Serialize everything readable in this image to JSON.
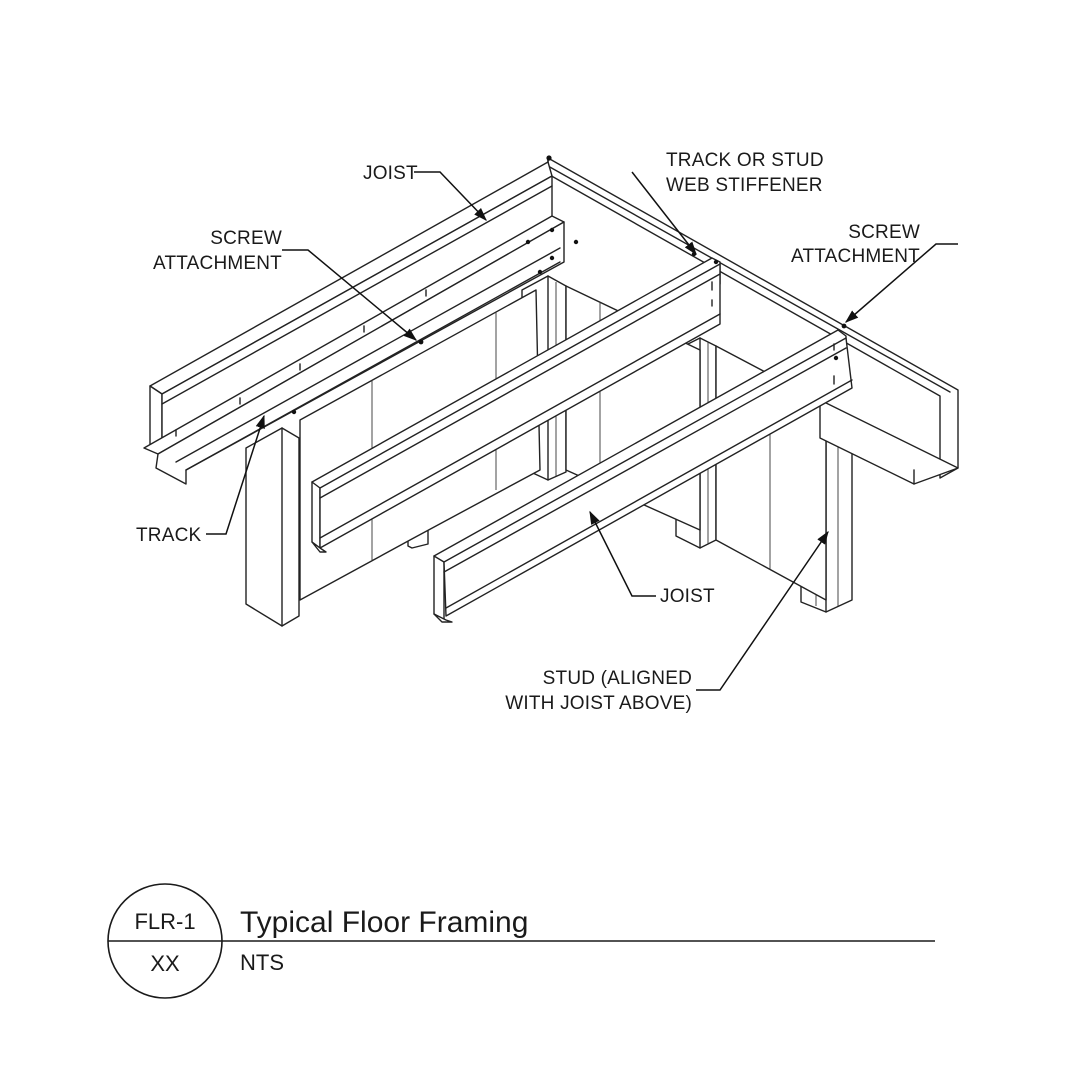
{
  "labels": {
    "joist_top": "JOIST",
    "screw_left_1": "SCREW",
    "screw_left_2": "ATTACHMENT",
    "track_stiffener_1": "TRACK OR STUD",
    "track_stiffener_2": "WEB STIFFENER",
    "screw_right_1": "SCREW",
    "screw_right_2": "ATTACHMENT",
    "track": "TRACK",
    "joist_bottom": "JOIST",
    "stud_1": "STUD (ALIGNED",
    "stud_2": "WITH JOIST ABOVE)"
  },
  "title_block": {
    "detail_id": "FLR-1",
    "sheet_ref": "XX",
    "title": "Typical Floor Framing",
    "scale": "NTS"
  }
}
